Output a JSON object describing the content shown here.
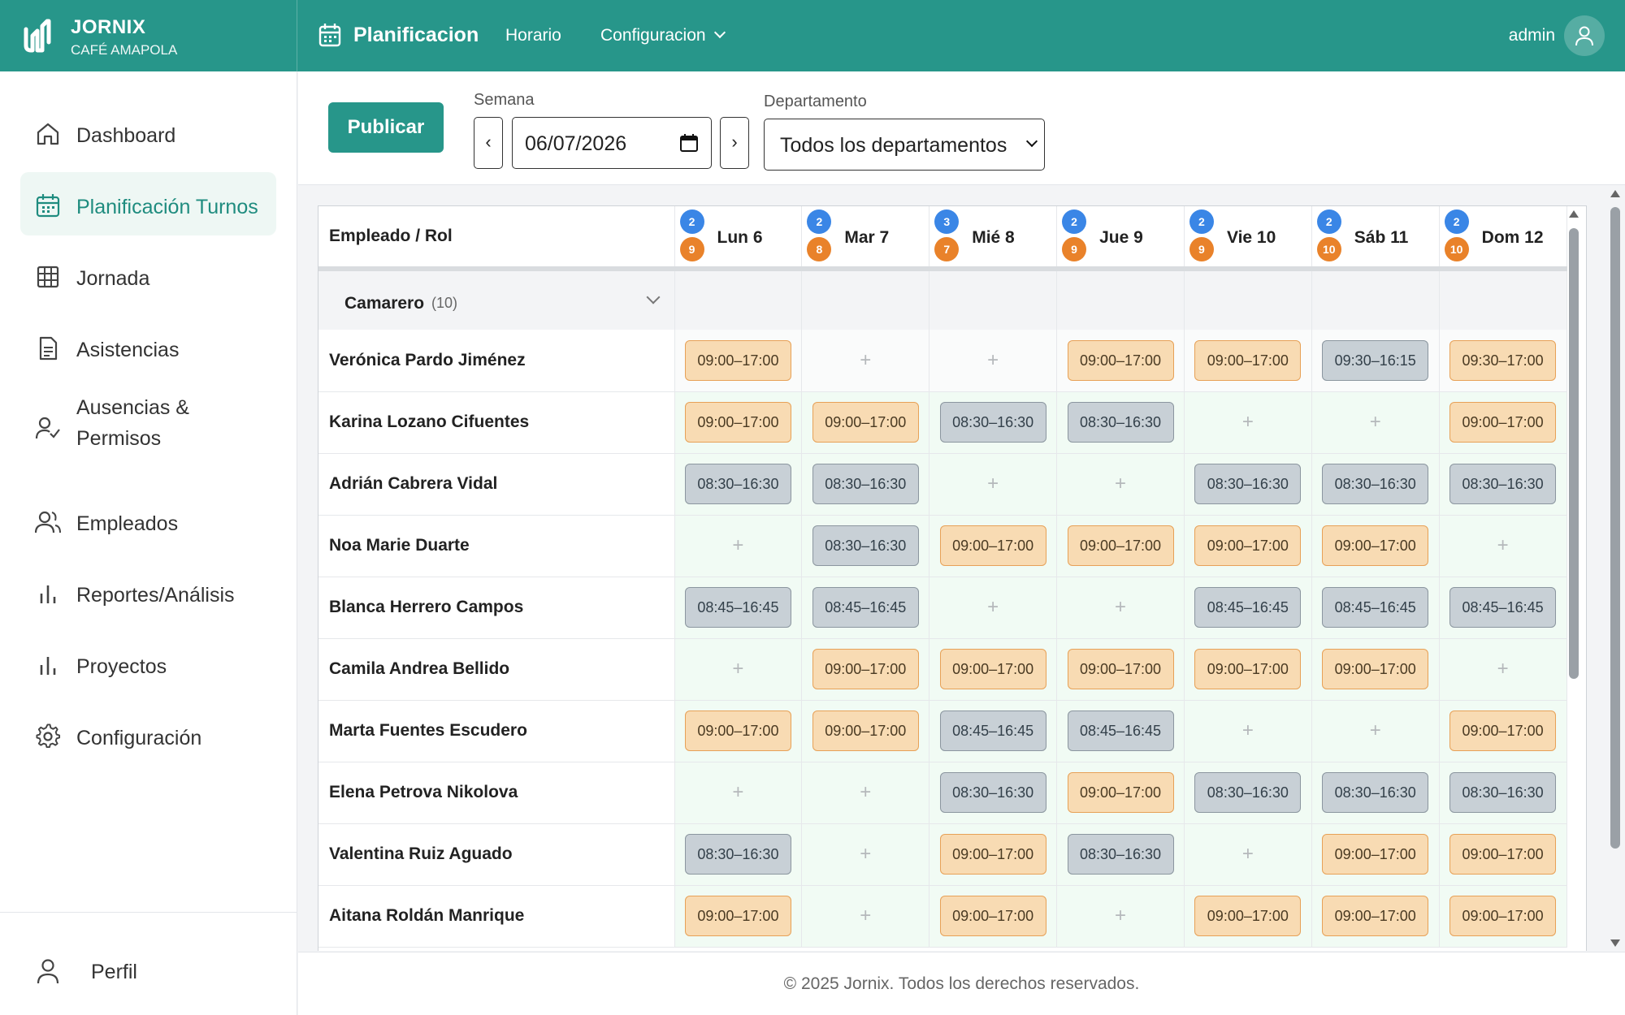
{
  "brand": {
    "name": "JORNIX",
    "subtitle": "CAFÉ AMAPOLA"
  },
  "topnav": {
    "title": "Planificacion",
    "links": [
      {
        "label": "Horario"
      },
      {
        "label": "Configuracion"
      }
    ],
    "user": "admin"
  },
  "sidebar": {
    "items": [
      {
        "label": "Dashboard",
        "icon": "home-icon"
      },
      {
        "label": "Planificación Turnos",
        "icon": "calendar-icon",
        "active": true
      },
      {
        "label": "Jornada",
        "icon": "grid-icon"
      },
      {
        "label": "Asistencias",
        "icon": "document-icon"
      },
      {
        "label": "Ausencias & Permisos",
        "icon": "user-check-icon"
      },
      {
        "label": "Empleados",
        "icon": "users-icon"
      },
      {
        "label": "Reportes/Análisis",
        "icon": "bar-chart-icon"
      },
      {
        "label": "Proyectos",
        "icon": "bar-chart-icon"
      },
      {
        "label": "Configuración",
        "icon": "gear-icon"
      }
    ],
    "profile": "Perfil"
  },
  "toolbar": {
    "publish_label": "Publicar",
    "week_label": "Semana",
    "week_value": "06/07/2026",
    "prev": "‹",
    "next": "›",
    "dept_label": "Departamento",
    "dept_value": "Todos los departamentos"
  },
  "schedule": {
    "header_employee": "Empleado / Rol",
    "days": [
      {
        "label": "Lun 6",
        "badge_blue": "2",
        "badge_orange": "9"
      },
      {
        "label": "Mar 7",
        "badge_blue": "2",
        "badge_orange": "8"
      },
      {
        "label": "Mié 8",
        "badge_blue": "3",
        "badge_orange": "7"
      },
      {
        "label": "Jue 9",
        "badge_blue": "2",
        "badge_orange": "9"
      },
      {
        "label": "Vie 10",
        "badge_blue": "2",
        "badge_orange": "9"
      },
      {
        "label": "Sáb 11",
        "badge_blue": "2",
        "badge_orange": "10"
      },
      {
        "label": "Dom 12",
        "badge_blue": "2",
        "badge_orange": "10"
      }
    ],
    "group": {
      "name": "Camarero",
      "count": "(10)"
    },
    "employees": [
      {
        "name": "Verónica Pardo Jiménez",
        "shifts": [
          [
            "09:00–17:00",
            "o"
          ],
          null,
          null,
          [
            "09:00–17:00",
            "o"
          ],
          [
            "09:00–17:00",
            "o"
          ],
          [
            "09:30–16:15",
            "g"
          ],
          [
            "09:30–17:00",
            "o"
          ]
        ]
      },
      {
        "name": "Karina Lozano Cifuentes",
        "shifts": [
          [
            "09:00–17:00",
            "o"
          ],
          [
            "09:00–17:00",
            "o"
          ],
          [
            "08:30–16:30",
            "g"
          ],
          [
            "08:30–16:30",
            "g"
          ],
          null,
          null,
          [
            "09:00–17:00",
            "o"
          ]
        ]
      },
      {
        "name": "Adrián Cabrera Vidal",
        "shifts": [
          [
            "08:30–16:30",
            "g"
          ],
          [
            "08:30–16:30",
            "g"
          ],
          null,
          null,
          [
            "08:30–16:30",
            "g"
          ],
          [
            "08:30–16:30",
            "g"
          ],
          [
            "08:30–16:30",
            "g"
          ]
        ]
      },
      {
        "name": "Noa Marie Duarte",
        "shifts": [
          null,
          [
            "08:30–16:30",
            "g"
          ],
          [
            "09:00–17:00",
            "o"
          ],
          [
            "09:00–17:00",
            "o"
          ],
          [
            "09:00–17:00",
            "o"
          ],
          [
            "09:00–17:00",
            "o"
          ],
          null
        ]
      },
      {
        "name": "Blanca Herrero Campos",
        "shifts": [
          [
            "08:45–16:45",
            "g"
          ],
          [
            "08:45–16:45",
            "g"
          ],
          null,
          null,
          [
            "08:45–16:45",
            "g"
          ],
          [
            "08:45–16:45",
            "g"
          ],
          [
            "08:45–16:45",
            "g"
          ]
        ]
      },
      {
        "name": "Camila Andrea Bellido",
        "shifts": [
          null,
          [
            "09:00–17:00",
            "o"
          ],
          [
            "09:00–17:00",
            "o"
          ],
          [
            "09:00–17:00",
            "o"
          ],
          [
            "09:00–17:00",
            "o"
          ],
          [
            "09:00–17:00",
            "o"
          ],
          null
        ]
      },
      {
        "name": "Marta Fuentes Escudero",
        "shifts": [
          [
            "09:00–17:00",
            "o"
          ],
          [
            "09:00–17:00",
            "o"
          ],
          [
            "08:45–16:45",
            "g"
          ],
          [
            "08:45–16:45",
            "g"
          ],
          null,
          null,
          [
            "09:00–17:00",
            "o"
          ]
        ]
      },
      {
        "name": "Elena Petrova Nikolova",
        "shifts": [
          null,
          null,
          [
            "08:30–16:30",
            "g"
          ],
          [
            "09:00–17:00",
            "o"
          ],
          [
            "08:30–16:30",
            "g"
          ],
          [
            "08:30–16:30",
            "g"
          ],
          [
            "08:30–16:30",
            "g"
          ]
        ]
      },
      {
        "name": "Valentina Ruiz Aguado",
        "shifts": [
          [
            "08:30–16:30",
            "g"
          ],
          null,
          [
            "09:00–17:00",
            "o"
          ],
          [
            "08:30–16:30",
            "g"
          ],
          null,
          [
            "09:00–17:00",
            "o"
          ],
          [
            "09:00–17:00",
            "o"
          ]
        ]
      },
      {
        "name": "Aitana Roldán Manrique",
        "shifts": [
          [
            "09:00–17:00",
            "o"
          ],
          null,
          [
            "09:00–17:00",
            "o"
          ],
          null,
          [
            "09:00–17:00",
            "o"
          ],
          [
            "09:00–17:00",
            "o"
          ],
          [
            "09:00–17:00",
            "o"
          ]
        ]
      }
    ],
    "add_symbol": "+"
  },
  "footer": "© 2025 Jornix. Todos los derechos reservados.",
  "colors": {
    "brand": "#27968a",
    "shift_orange": "#f8dbb3",
    "shift_gray": "#c8d0d6",
    "badge_blue": "#3a86e6",
    "badge_orange": "#e9822a"
  }
}
